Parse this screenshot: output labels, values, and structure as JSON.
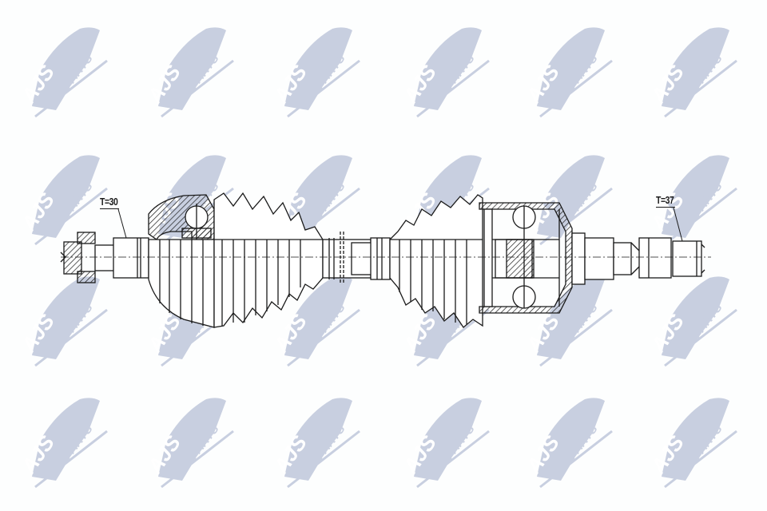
{
  "diagram": {
    "title": "Drive shaft technical drawing",
    "watermark": {
      "brand_primary": "AJS",
      "brand_secondary": "PARTS",
      "color": "#c8cfe0",
      "columns_x": [
        30,
        188,
        346,
        508,
        662,
        818
      ],
      "rows_y": [
        28,
        188,
        340,
        492
      ]
    },
    "labels": {
      "left_torque": "T=30",
      "right_torque": "T=37"
    },
    "line_color": "#1a1a1a"
  }
}
